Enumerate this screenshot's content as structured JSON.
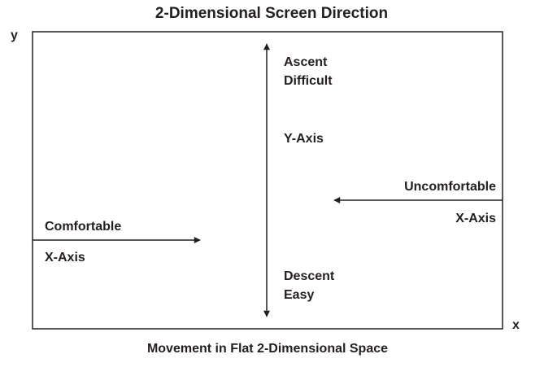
{
  "title": "2-Dimensional Screen Direction",
  "caption": "Movement in Flat 2-Dimensional Space",
  "corner_labels": {
    "y": "y",
    "x": "x"
  },
  "vertical_arrow": {
    "top_line1": "Ascent",
    "top_line2": "Difficult",
    "middle": "Y-Axis",
    "bottom_line1": "Descent",
    "bottom_line2": "Easy"
  },
  "left_arrow": {
    "label_above": "Comfortable",
    "label_below": "X-Axis"
  },
  "right_arrow": {
    "label_above": "Uncomfortable",
    "label_below": "X-Axis"
  },
  "colors": {
    "ink": "#231f20",
    "background": "#ffffff"
  }
}
